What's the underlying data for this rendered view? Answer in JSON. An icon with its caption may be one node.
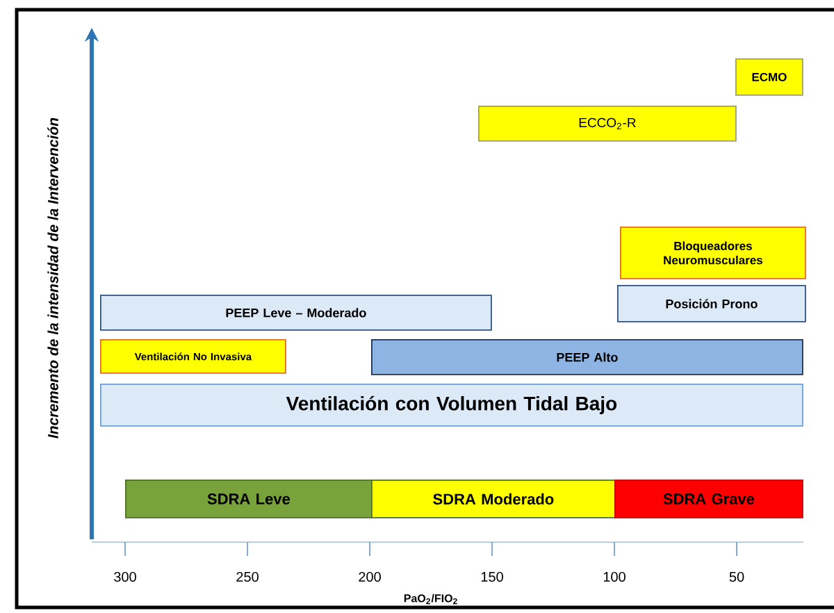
{
  "diagram": {
    "nodes": [
      {
        "text": [
          "ECMO"
        ]
      },
      {
        "text": [
          "ECCO$_{2}$-R"
        ]
      },
      {
        "text": [
          "Bloqueadores Neuromusculares"
        ]
      },
      {
        "text": [
          "PEEP  Leve – Moderado"
        ]
      },
      {
        "text": [
          "Posición Prono"
        ]
      },
      {
        "text": [
          "Ventilación No Invasiva"
        ]
      },
      {
        "text": [
          "PEEP Alto"
        ]
      },
      {
        "text": [
          "Ventilación con Volumen Tidal Bajo"
        ]
      },
      {
        "text": [
          "SDRA Leve"
        ]
      },
      {
        "text": [
          "SDRA Moderado"
        ]
      },
      {
        "text": [
          "SDRA Grave"
        ]
      }
    ],
    "labels": [
      "Incremento de la intensidad de la Intervención",
      "300",
      "250",
      "200",
      "150",
      "100",
      "50",
      "PaO$_{2}$/FIO$_{2}$"
    ]
  }
}
